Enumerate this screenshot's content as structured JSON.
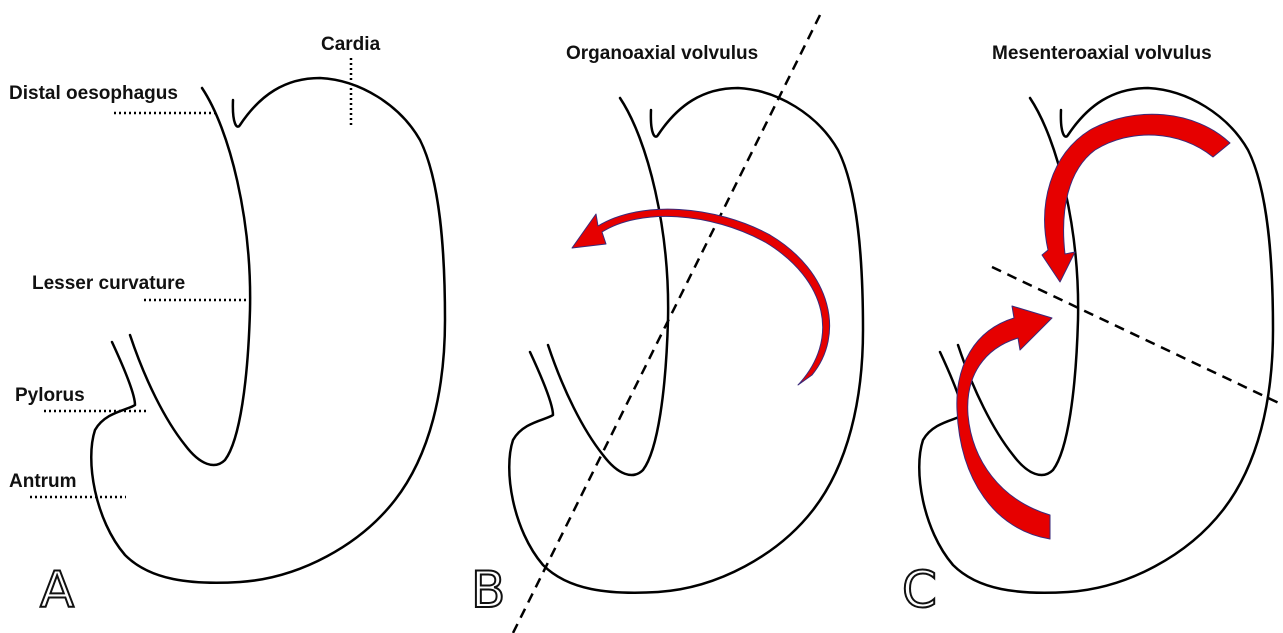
{
  "labels": {
    "distal_oesophagus": "Distal oesophagus",
    "cardia": "Cardia",
    "lesser_curvature": "Lesser curvature",
    "pylorus": "Pylorus",
    "antrum": "Antrum"
  },
  "panels": [
    {
      "letter": "A",
      "title": ""
    },
    {
      "letter": "B",
      "title": "Organoaxial volvulus"
    },
    {
      "letter": "C",
      "title": "Mesenteroaxial volvulus"
    }
  ],
  "colors": {
    "outline": "#000000",
    "arrow_fill": "#e60000",
    "arrow_stroke": "#3a2a7a"
  }
}
